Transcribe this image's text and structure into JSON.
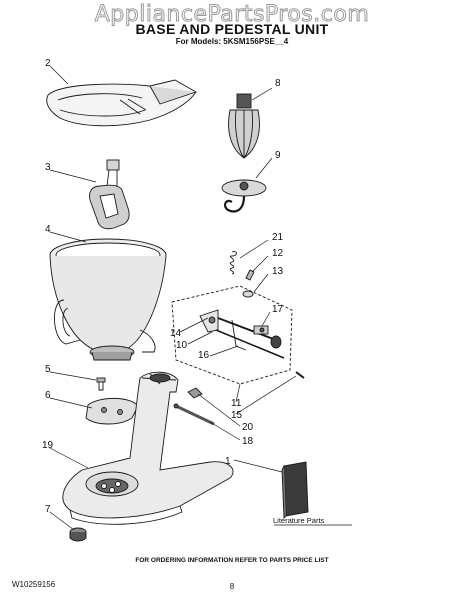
{
  "watermark": "AppliancePartsPros.com",
  "title": "BASE AND PEDESTAL UNIT",
  "subtitle": "For Models: 5KSM156PSE__4",
  "callouts": [
    "1",
    "2",
    "3",
    "4",
    "5",
    "6",
    "7",
    "8",
    "9",
    "10",
    "11",
    "12",
    "13",
    "14",
    "15",
    "16",
    "17",
    "18",
    "19",
    "20",
    "21"
  ],
  "literature_label": "Literature Parts",
  "footer": {
    "ordering_note": "FOR ORDERING INFORMATION REFER TO PARTS PRICE LIST",
    "doc_number": "W10259156",
    "page_number": "8"
  },
  "colors": {
    "line": "#1a1a1a",
    "shade": "#c9c9c9",
    "dark": "#555555",
    "background": "#ffffff"
  }
}
